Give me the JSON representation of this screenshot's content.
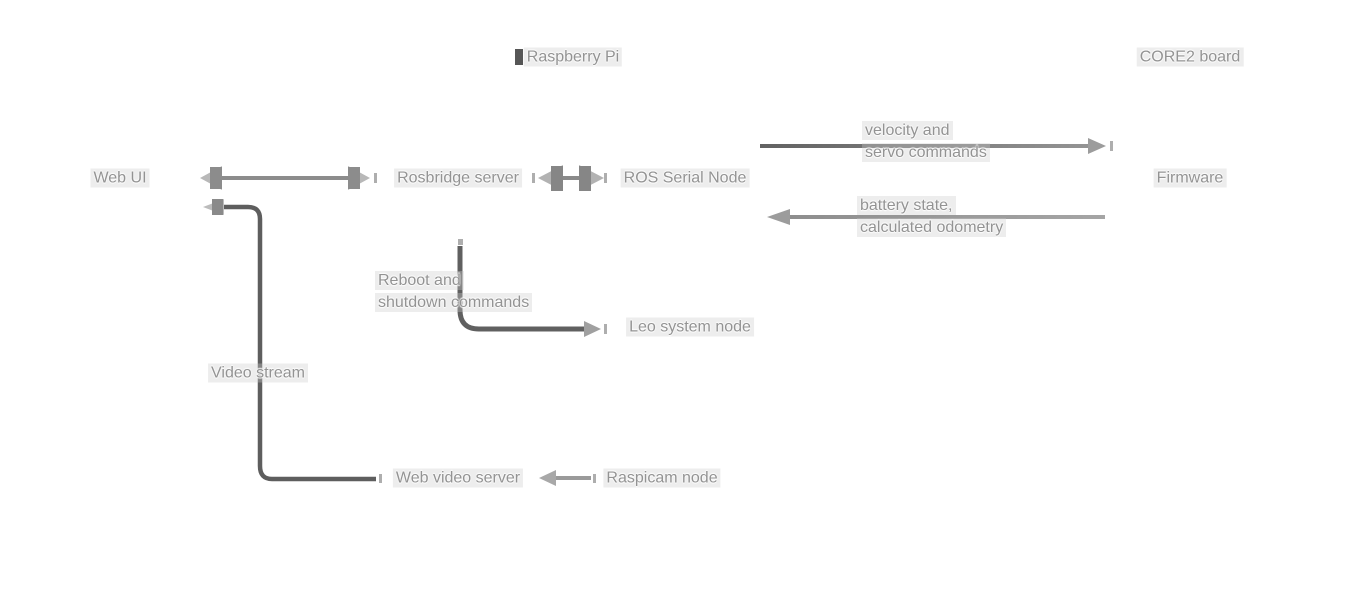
{
  "palette": {
    "background": "#ffffff",
    "text_gray": "#939393",
    "line_dark": "#5e5e5e",
    "line_mid": "#7d7d7d",
    "line_light": "#9a9a9a"
  },
  "sections": {
    "raspberry_pi": "Raspberry Pi",
    "core2_board": "CORE2 board"
  },
  "nodes": {
    "web_ui": "Web UI",
    "rosbridge": "Rosbridge server",
    "ros_serial": "ROS Serial Node",
    "firmware": "Firmware",
    "leo_system": "Leo system node",
    "web_video": "Web video server",
    "raspicam": "Raspicam node"
  },
  "edge_labels": {
    "velocity": {
      "line1": "velocity and",
      "line2": "servo commands"
    },
    "battery": {
      "line1": "battery state,",
      "line2": "calculated odometry"
    },
    "reboot": {
      "line1": "Reboot and",
      "line2": "shutdown commands"
    },
    "video_stream": "Video stream"
  }
}
